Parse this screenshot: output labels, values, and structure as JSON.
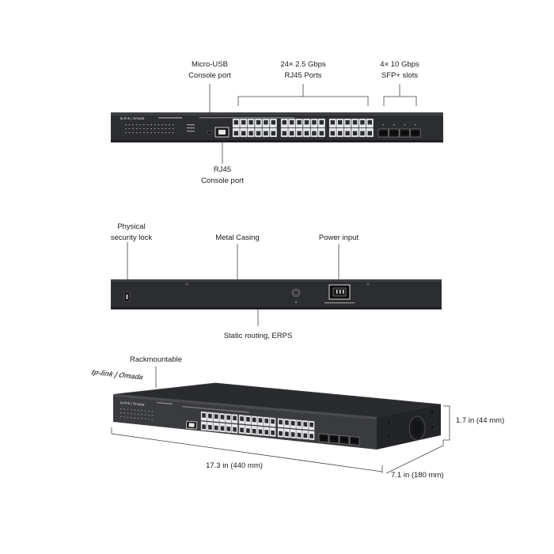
{
  "front": {
    "micro_usb": [
      "Micro-USB",
      "Console port"
    ],
    "rj45_ports": [
      "24× 2.5 Gbps",
      "RJ45 Ports"
    ],
    "sfp_slots": [
      "4× 10 Gbps",
      "SFP+ slots"
    ],
    "rj45_console": [
      "RJ45",
      "Console port"
    ],
    "brand": "tp-link | Omada"
  },
  "rear": {
    "security_lock": [
      "Physical",
      "security lock"
    ],
    "casing": "Metal Casing",
    "power": "Power input",
    "routing": "Static routing, ERPS"
  },
  "iso": {
    "rack": "Rackmountable",
    "height": "1.7 in (44 mm)",
    "width": "17.3 in (440 mm)",
    "depth": "7.1 in (180 mm)",
    "brand": "tp-link | Omada"
  },
  "colors": {
    "chassis": "#2c2d30",
    "panel": "#3a3b3f",
    "port_white": "#e9eaec",
    "line": "#444444"
  }
}
